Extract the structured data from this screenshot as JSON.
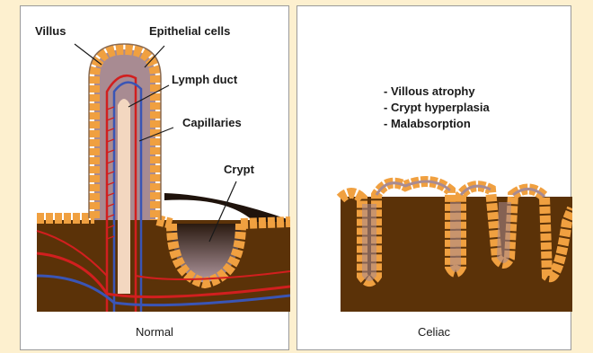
{
  "normal_panel": {
    "labels": {
      "villus": "Villus",
      "epithelial_cells": "Epithelial cells",
      "lymph_duct": "Lymph duct",
      "capillaries": "Capillaries",
      "crypt": "Crypt"
    },
    "caption": "Normal"
  },
  "celiac_panel": {
    "bullets": [
      "- Villous atrophy",
      "- Crypt hyperplasia",
      "- Malabsorption"
    ],
    "caption": "Celiac"
  },
  "colors": {
    "tissue_brown": "#5b3208",
    "epithelial_orange": "#f0a040",
    "villus_core": "#a88b92",
    "capillary_red": "#d11f1f",
    "lymph_blue": "#3a55b5"
  }
}
